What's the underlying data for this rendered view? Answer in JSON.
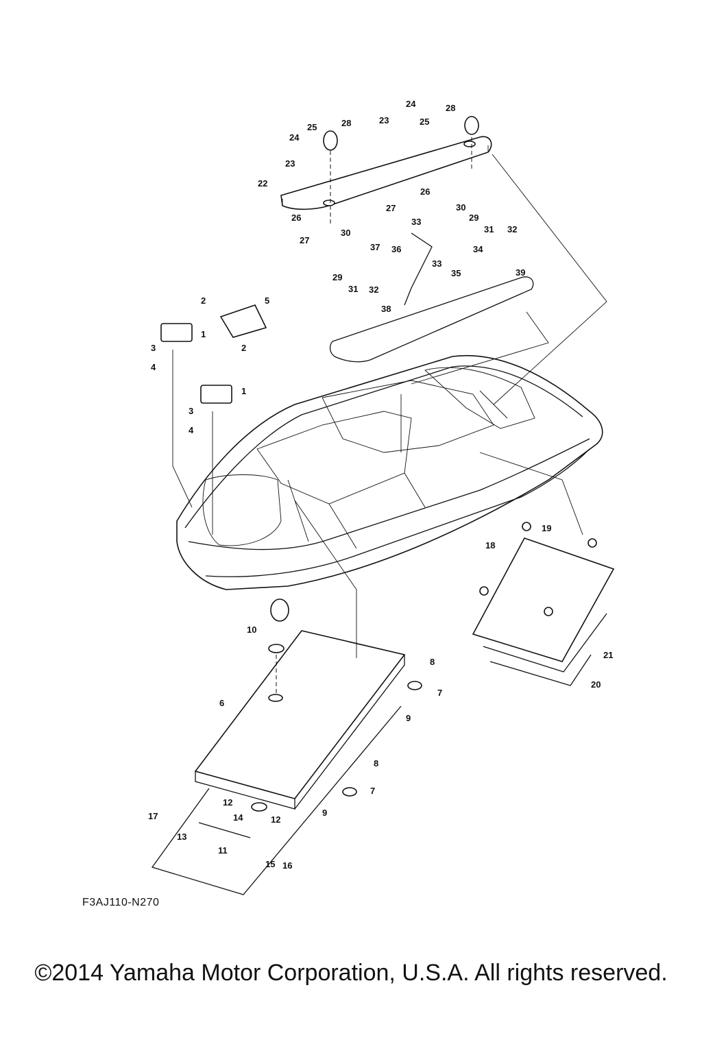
{
  "diagram": {
    "figure_code": "F3AJ110-N270",
    "copyright": "©2014 Yamaha Motor Corporation, U.S.A. All rights reserved.",
    "callouts": [
      "1",
      "1",
      "2",
      "2",
      "3",
      "3",
      "4",
      "4",
      "5",
      "6",
      "7",
      "7",
      "8",
      "8",
      "9",
      "9",
      "10",
      "11",
      "12",
      "12",
      "13",
      "14",
      "15",
      "16",
      "17",
      "18",
      "19",
      "20",
      "21",
      "22",
      "23",
      "23",
      "24",
      "24",
      "25",
      "25",
      "26",
      "26",
      "27",
      "27",
      "28",
      "28",
      "29",
      "29",
      "30",
      "30",
      "31",
      "31",
      "32",
      "32",
      "33",
      "33",
      "34",
      "35",
      "36",
      "37",
      "38",
      "39"
    ]
  }
}
